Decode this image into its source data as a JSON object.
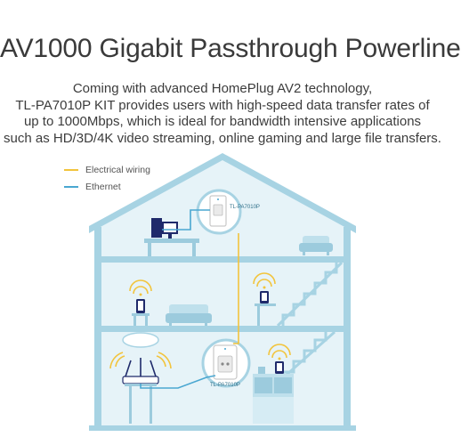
{
  "headline": "AV1000 Gigabit Passthrough Powerline",
  "description": {
    "line1": "Coming with advanced HomePlug AV2 technology,",
    "line2": "TL-PA7010P KIT provides users with high-speed data transfer rates of",
    "line3": "up to 1000Mbps, which is ideal for bandwidth intensive applications",
    "line4": "such as  HD/3D/4K video streaming, online gaming and large file transfers."
  },
  "legend": {
    "electrical": {
      "label": "Electrical wiring",
      "color": "#f2c43c"
    },
    "ethernet": {
      "label": "Ethernet",
      "color": "#4aa7d1"
    }
  },
  "devices": {
    "upper_adapter_label": "TL-PA7010P",
    "lower_adapter_label": "TL-PA7010P"
  },
  "colors": {
    "house_fill": "#e6f3f8",
    "house_frame": "#a7d3e3",
    "furniture": "#bfe0ec",
    "furniture_dark": "#9ccbdd",
    "wifi": "#f2c43c",
    "device_dark": "#1f2a6b"
  }
}
